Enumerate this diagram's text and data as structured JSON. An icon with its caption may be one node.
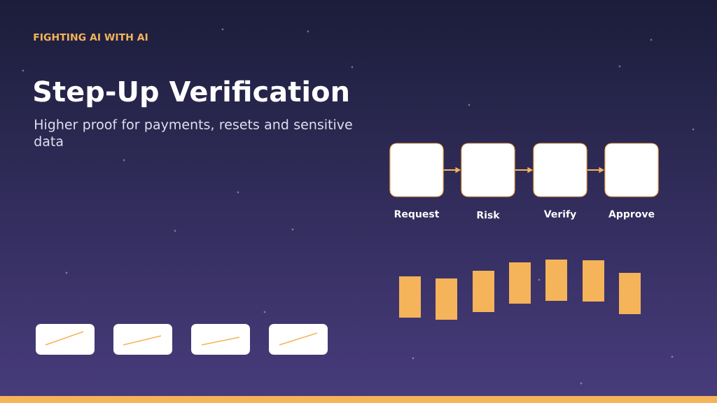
{
  "diagram": {
    "title": "Step-Up Verification",
    "nodes": [
      {
        "text": [],
        "shape": "box",
        "beside": [
          "Request"
        ]
      },
      {
        "text": [],
        "shape": "box",
        "beside": [
          "Risk"
        ]
      },
      {
        "text": [],
        "shape": "box",
        "beside": [
          "Verify"
        ]
      },
      {
        "text": [],
        "shape": "box",
        "beside": [
          "Approve"
        ]
      }
    ],
    "edges": [
      {
        "from": 0,
        "to": 1,
        "arrow": "to"
      },
      {
        "from": 1,
        "to": 2,
        "arrow": "to"
      },
      {
        "from": 2,
        "to": 3,
        "arrow": "to"
      }
    ],
    "labels": [
      "FIGHTING AI WITH AI",
      "Higher proof for payments, resets and sensitive data"
    ]
  }
}
